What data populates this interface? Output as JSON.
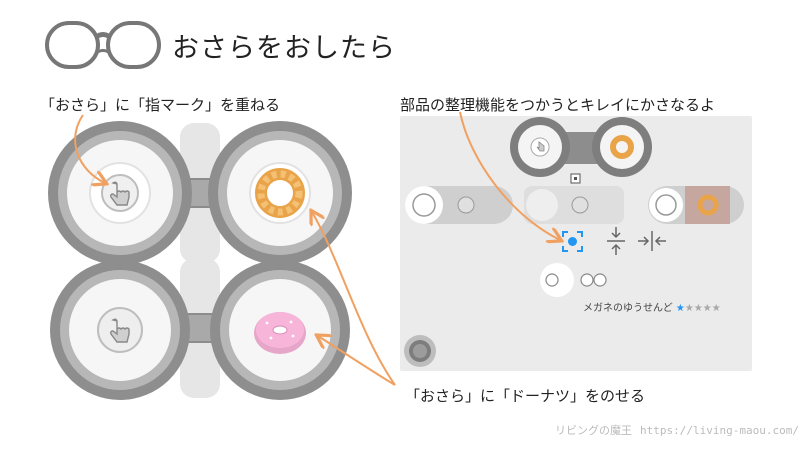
{
  "header": {
    "title": "おさらをおしたら",
    "logo_icon": "glasses-icon"
  },
  "annotations": {
    "top_left": "「おさら」に「指マーク」を重ねる",
    "top_right": "部品の整理機能をつかうとキレイにかさなるよ",
    "bottom": "「おさら」に「ドーナツ」をのせる"
  },
  "app_screen": {
    "rating_label": "メガネのゆうせんど",
    "rating": {
      "value": 1,
      "max": 5
    },
    "accent_color": "#2196f3"
  },
  "footer": {
    "site_name": "リビングの魔王",
    "url": "https://living-maou.com/"
  },
  "colors": {
    "arrow": "#f0a060",
    "donut_orange": "#e9a44a",
    "donut_pink": "#f4a8d4",
    "plate_gray": "#9a9a9a"
  }
}
